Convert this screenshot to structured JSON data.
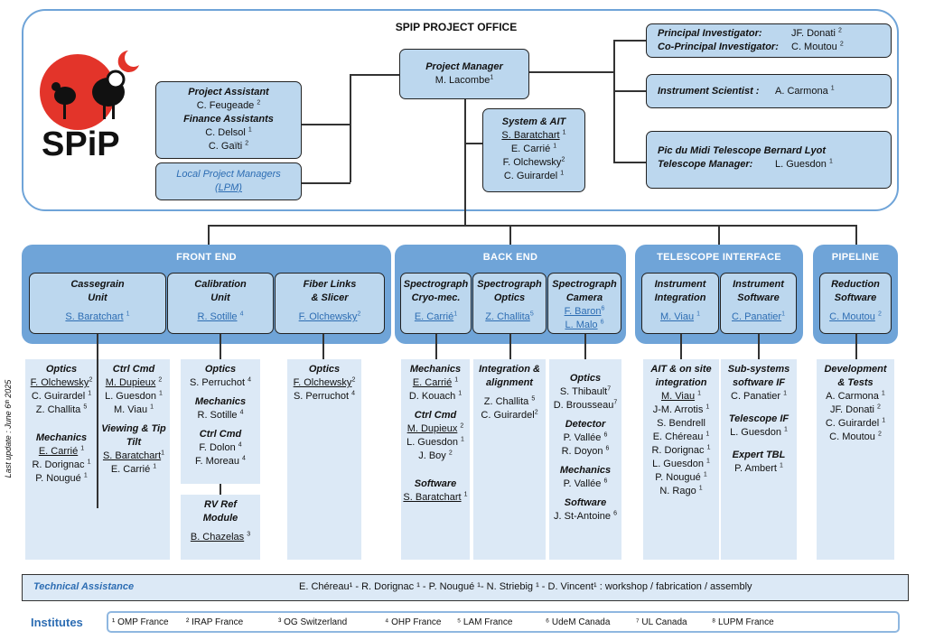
{
  "header": {
    "title": "SPIP PROJECT OFFICE"
  },
  "logo": {
    "text": "SPiP"
  },
  "pm": {
    "title": "Project Manager",
    "name": "M. Lacombe",
    "sup": "1"
  },
  "pa": {
    "title": "Project Assistant",
    "name": "C. Feugeade",
    "sup": "2",
    "fa_title": "Finance Assistants",
    "fa": [
      {
        "name": "C. Delsol",
        "sup": "1"
      },
      {
        "name": "C. Gaïti",
        "sup": "2"
      }
    ]
  },
  "lpm": {
    "line1": "Local Project Managers",
    "line2": "(LPM)"
  },
  "sys": {
    "title": "System & AIT",
    "items": [
      {
        "name": "S. Baratchart",
        "sup": "1"
      },
      {
        "name": "E. Carrié",
        "sup": "1"
      },
      {
        "name": "F. Olchewsky",
        "sup": "2"
      },
      {
        "name": "C. Guirardel",
        "sup": "1"
      }
    ]
  },
  "pi": {
    "pi_label": "Principal Investigator:",
    "pi_name": "JF. Donati",
    "pi_sup": "2",
    "copi_label": "Co-Principal Investigator:",
    "copi_name": "C. Moutou",
    "copi_sup": "2"
  },
  "is": {
    "label": "Instrument Scientist  :",
    "name": "A. Carmona",
    "sup": "1"
  },
  "tbl": {
    "line1": "Pic du Midi Telescope Bernard Lyot",
    "label": "Telescope Manager:",
    "name": "L. Guesdon",
    "sup": "1"
  },
  "bands": {
    "front": "FRONT  END",
    "back": "BACK  END",
    "tel": "TELESCOPE  INTERFACE",
    "pipe": "PIPELINE"
  },
  "units": {
    "cass": {
      "l1": "Cassegrain",
      "l2": "Unit",
      "lead": "S. Baratchart",
      "sup": "1"
    },
    "calib": {
      "l1": "Calibration",
      "l2": "Unit",
      "lead": "R. Sotille",
      "sup": "4"
    },
    "fiber": {
      "l1": "Fiber Links",
      "l2": "& Slicer",
      "lead": "F. Olchewsky",
      "sup": "2"
    },
    "cryo": {
      "l1": "Spectrograph",
      "l2": "Cryo-mec.",
      "lead": "E. Carrié",
      "sup": "1"
    },
    "optics": {
      "l1": "Spectrograph",
      "l2": "Optics",
      "lead": "Z. Challita",
      "sup": "5"
    },
    "camera": {
      "l1": "Spectrograph",
      "l2": "Camera",
      "lead": "F. Baron",
      "sup": "6",
      "lead2": "L. Malo",
      "sup2": "6"
    },
    "integ": {
      "l1": "Instrument",
      "l2": "Integration",
      "lead": "M. Viau",
      "sup": "1"
    },
    "soft": {
      "l1": "Instrument",
      "l2": "Software",
      "lead": "C. Panatier",
      "sup": "1"
    },
    "red": {
      "l1": "Reduction",
      "l2": "Software",
      "lead": "C. Moutou",
      "sup": "2"
    }
  },
  "p1": {
    "optics": "Optics",
    "optics_lead": "F. Olchewsky",
    "optics_lead_sup": "2",
    "optics_items": [
      {
        "n": "C. Guirardel",
        "s": "1"
      },
      {
        "n": "Z. Challita",
        "s": "5"
      }
    ],
    "mech": "Mechanics",
    "mech_lead": "E. Carrié",
    "mech_lead_sup": "1",
    "mech_items": [
      {
        "n": "R. Dorignac",
        "s": "1"
      },
      {
        "n": "P. Nougué",
        "s": "1"
      }
    ],
    "ctrl": "Ctrl Cmd",
    "ctrl_lead": "M. Dupieux",
    "ctrl_lead_sup": "2",
    "ctrl_items": [
      {
        "n": "L. Guesdon",
        "s": "1"
      },
      {
        "n": "M. Viau",
        "s": "1"
      }
    ],
    "view1": "Viewing & Tip",
    "view2": "Tilt",
    "view_lead": "S. Baratchart",
    "view_lead_sup": "1",
    "view_items": [
      {
        "n": "E. Carrié",
        "s": "1"
      }
    ]
  },
  "p2": {
    "optics": "Optics",
    "optics_items": [
      {
        "n": "S. Perruchot",
        "s": "4"
      }
    ],
    "mech": "Mechanics",
    "mech_items": [
      {
        "n": "R. Sotille",
        "s": "4"
      }
    ],
    "ctrl": "Ctrl Cmd",
    "ctrl_items": [
      {
        "n": "F. Dolon",
        "s": "4"
      },
      {
        "n": "F. Moreau",
        "s": "4"
      }
    ]
  },
  "rv": {
    "l1": "RV Ref",
    "l2": "Module",
    "lead": "B. Chazelas",
    "sup": "3"
  },
  "p3": {
    "optics": "Optics",
    "lead": "F. Olchewsky",
    "lead_sup": "2",
    "items": [
      {
        "n": "S. Perruchot",
        "s": "4"
      }
    ]
  },
  "p4": {
    "mech": "Mechanics",
    "mech_lead": "E. Carrié",
    "mech_lead_sup": "1",
    "mech_items": [
      {
        "n": "D. Kouach",
        "s": "1"
      }
    ],
    "ctrl": "Ctrl Cmd",
    "ctrl_lead": "M. Dupieux",
    "ctrl_lead_sup": "2",
    "ctrl_items": [
      {
        "n": "L. Guesdon",
        "s": "1"
      },
      {
        "n": "J. Boy",
        "s": "2"
      }
    ],
    "soft": "Software",
    "soft_lead": "S. Baratchart",
    "soft_lead_sup": "1"
  },
  "p5": {
    "h1": "Integration &",
    "h2": "alignment",
    "items": [
      {
        "n": "Z. Challita",
        "s": "5"
      },
      {
        "n": "C. Guirardel",
        "s": "2"
      }
    ]
  },
  "p6": {
    "optics": "Optics",
    "optics_items": [
      {
        "n": "S. Thibault",
        "s": "7"
      },
      {
        "n": "D. Brousseau",
        "s": "7"
      }
    ],
    "det": "Detector",
    "det_items": [
      {
        "n": "P. Vallée",
        "s": "6"
      },
      {
        "n": "R. Doyon",
        "s": "6"
      }
    ],
    "mech": "Mechanics",
    "mech_items": [
      {
        "n": "P. Vallée",
        "s": "6"
      }
    ],
    "soft": "Software",
    "soft_items": [
      {
        "n": "J. St-Antoine",
        "s": "6"
      }
    ]
  },
  "p7": {
    "h1": "AIT & on site",
    "h2": "integration",
    "lead": "M. Viau",
    "lead_sup": "1",
    "items": [
      {
        "n": "J-M. Arrotis",
        "s": "1"
      },
      {
        "n": "S. Bendrell",
        "s": ""
      },
      {
        "n": "E. Chéreau",
        "s": "1"
      },
      {
        "n": "R. Dorignac",
        "s": "1"
      },
      {
        "n": "L. Guesdon",
        "s": "1"
      },
      {
        "n": "P. Nougué",
        "s": "1"
      },
      {
        "n": "N. Rago",
        "s": "1"
      }
    ]
  },
  "p8": {
    "h1": "Sub-systems",
    "h2": "software IF",
    "items": [
      {
        "n": "C. Panatier",
        "s": "1"
      }
    ],
    "tif": "Telescope IF",
    "tif_items": [
      {
        "n": "L. Guesdon",
        "s": "1"
      }
    ],
    "etbl": "Expert TBL",
    "etbl_items": [
      {
        "n": "P. Ambert",
        "s": "1"
      }
    ]
  },
  "p9": {
    "h1": "Development",
    "h2": "& Tests",
    "items": [
      {
        "n": "A. Carmona",
        "s": "1"
      },
      {
        "n": "JF. Donati",
        "s": "2"
      },
      {
        "n": "C. Guirardel",
        "s": "1"
      },
      {
        "n": "C. Moutou",
        "s": "2"
      }
    ]
  },
  "tech": {
    "label": "Technical Assistance",
    "text": "E. Chéreau¹ - R. Dorignac ¹ - P. Nougué ¹- N. Striebig ¹ - D. Vincent¹ :  workshop / fabrication / assembly"
  },
  "institutes": {
    "label": "Institutes",
    "items": [
      "¹ OMP France",
      "² IRAP France",
      "³ OG Switzerland",
      "⁴ OHP France",
      "⁵ LAM France",
      "⁶ UdeM Canada",
      "⁷ UL Canada",
      "⁸ LUPM France"
    ]
  },
  "update": {
    "text": "Last update : June 6ᵗʰ 2025"
  }
}
